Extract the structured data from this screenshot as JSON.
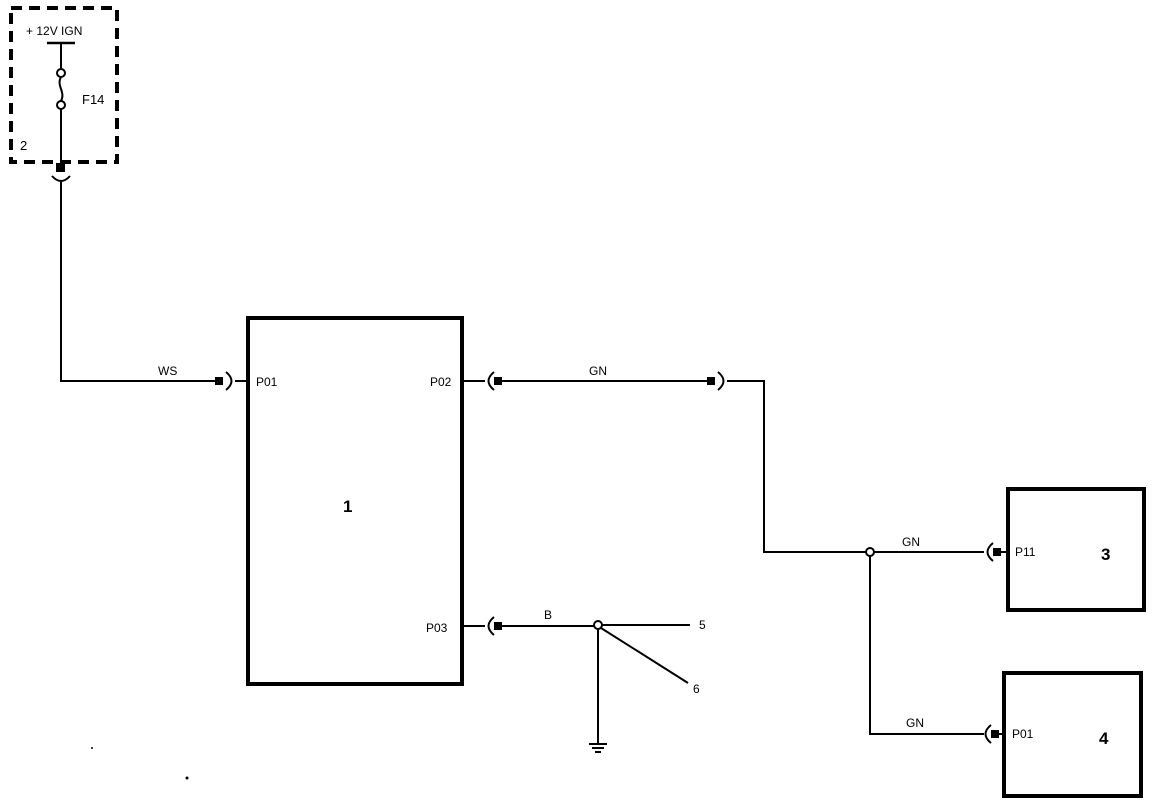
{
  "fuse_box": {
    "supply_label": "+ 12V IGN",
    "fuse_label": "F14",
    "id": "2"
  },
  "components": {
    "c1": "1",
    "c3": "3",
    "c4": "4"
  },
  "pins": {
    "c1_p01": "P01",
    "c1_p02": "P02",
    "c1_p03": "P03",
    "c3_p11": "P11",
    "c4_p01": "P01"
  },
  "wires": {
    "ws": "WS",
    "gn_top": "GN",
    "gn_to_3": "GN",
    "gn_to_4": "GN",
    "b": "B"
  },
  "ground_refs": {
    "r5": "5",
    "r6": "6"
  }
}
